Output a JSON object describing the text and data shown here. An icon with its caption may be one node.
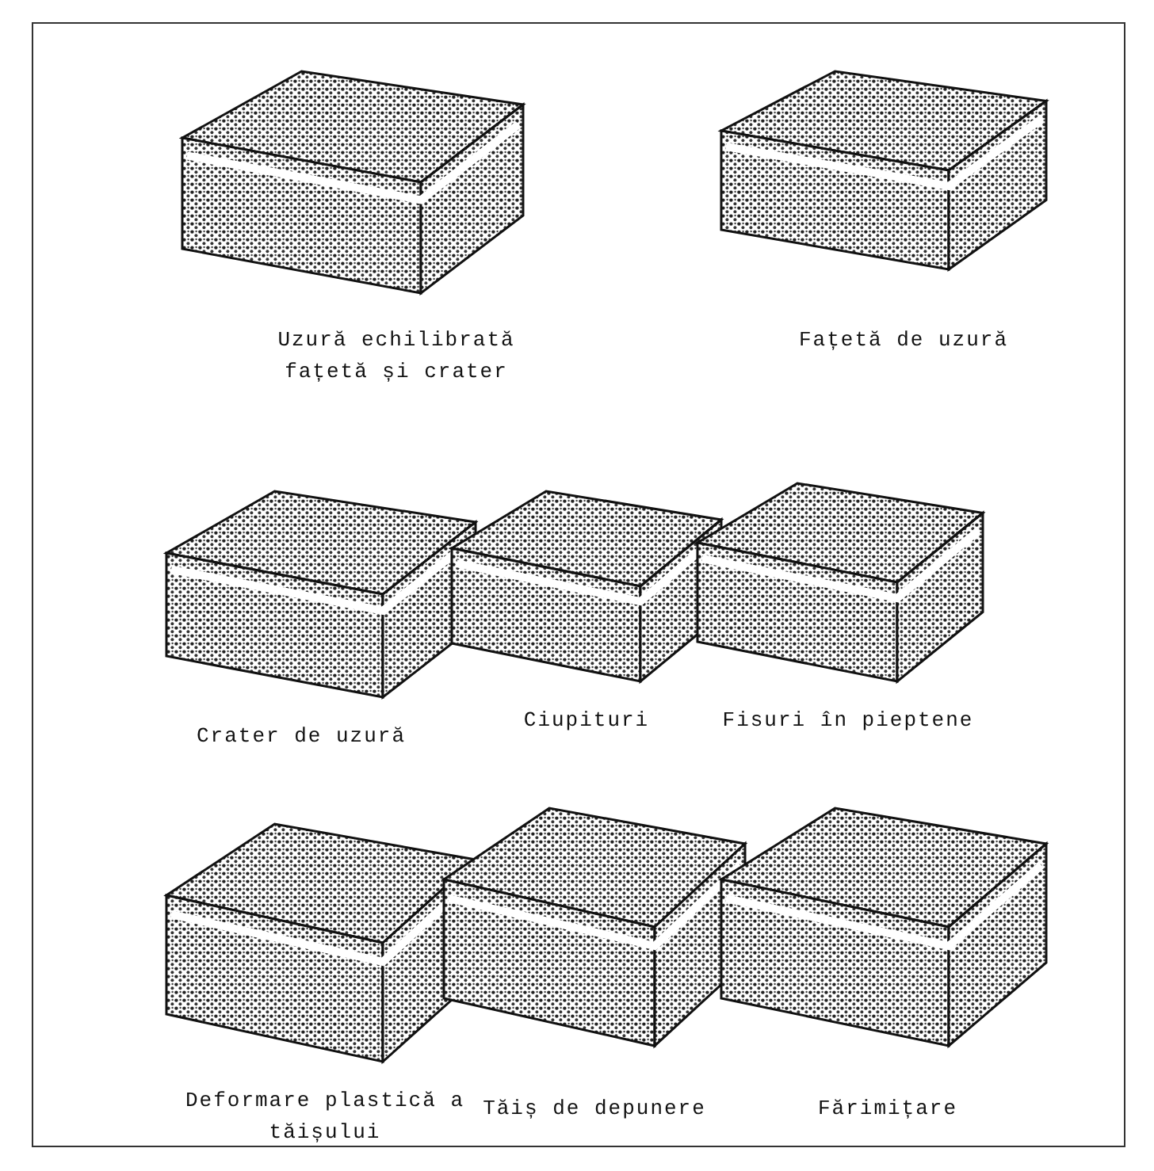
{
  "diagram": {
    "labels": [
      "Uzură echilibrată fațetă și crater",
      "Fațetă de uzură",
      "Crater de uzură",
      "Ciupituri",
      "Fisuri în pieptene",
      "Deformare plastică a tăișului",
      "Tăiș de depunere",
      "Fărimițare"
    ]
  }
}
